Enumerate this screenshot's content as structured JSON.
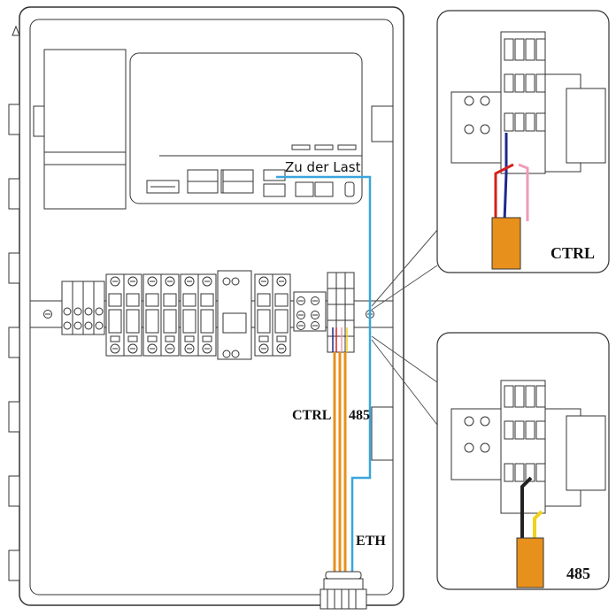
{
  "labels": {
    "load": "Zu der Last",
    "ctrl_main": "CTRL",
    "rs485_main": "485",
    "eth": "ETH",
    "ctrl_inset": "CTRL",
    "rs485_inset": "485"
  },
  "colors": {
    "ethernet_cable": "#3aa6dc",
    "ctrl_cable": "#e8901c",
    "rs485_cable": "#e8901c",
    "cable_jacket": "#e8901c",
    "wire_blue": "#1c2a8c",
    "wire_red": "#d6201e",
    "wire_pink": "#f19ab8",
    "wire_black": "#222222",
    "wire_yellow": "#f2d21b",
    "outline": "#333333"
  }
}
